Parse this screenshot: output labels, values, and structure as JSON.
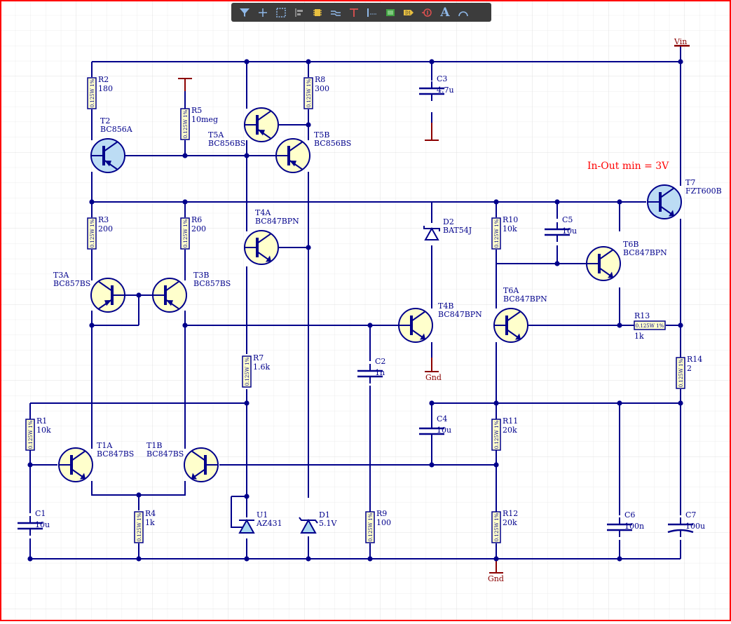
{
  "toolbar": {
    "tools": [
      {
        "icon": "filter-icon"
      },
      {
        "icon": "crosshair-icon"
      },
      {
        "icon": "select-rect-icon"
      },
      {
        "icon": "align-icon"
      },
      {
        "icon": "component-icon"
      },
      {
        "icon": "wire-icon"
      },
      {
        "icon": "power-port-icon"
      },
      {
        "icon": "bus-icon"
      },
      {
        "icon": "sheet-symbol-icon"
      },
      {
        "icon": "device-sheet-icon"
      },
      {
        "icon": "no-erc-icon"
      },
      {
        "icon": "text-icon",
        "label": "A"
      },
      {
        "icon": "arc-icon"
      }
    ]
  },
  "annotation": "In-Out min = 3V",
  "nets": {
    "vin": "Vin",
    "gnd1": "Gnd",
    "gnd2": "Gnd"
  },
  "resistor_rating": "0.125W 1%",
  "components": {
    "R1": {
      "ref": "R1",
      "value": "10k"
    },
    "R2": {
      "ref": "R2",
      "value": "180"
    },
    "R3": {
      "ref": "R3",
      "value": "200"
    },
    "R4": {
      "ref": "R4",
      "value": "1k"
    },
    "R5": {
      "ref": "R5",
      "value": "10meg",
      "rating": "0.125W 1%"
    },
    "R6": {
      "ref": "R6",
      "value": "200"
    },
    "R7": {
      "ref": "R7",
      "value": "1.6k"
    },
    "R8": {
      "ref": "R8",
      "value": "300"
    },
    "R9": {
      "ref": "R9",
      "value": "100"
    },
    "R10": {
      "ref": "R10",
      "value": "10k"
    },
    "R11": {
      "ref": "R11",
      "value": "20k"
    },
    "R12": {
      "ref": "R12",
      "value": "20k"
    },
    "R13": {
      "ref": "R13",
      "value": "1k"
    },
    "R14": {
      "ref": "R14",
      "value": "2"
    },
    "C1": {
      "ref": "C1",
      "value": "10u"
    },
    "C2": {
      "ref": "C2",
      "value": "1n"
    },
    "C3": {
      "ref": "C3",
      "value": "4.7u"
    },
    "C4": {
      "ref": "C4",
      "value": "10u"
    },
    "C5": {
      "ref": "C5",
      "value": "10u"
    },
    "C6": {
      "ref": "C6",
      "value": "100n"
    },
    "C7": {
      "ref": "C7",
      "value": "100u"
    },
    "T1A": {
      "ref": "T1A",
      "value": "BC847BS"
    },
    "T1B": {
      "ref": "T1B",
      "value": "BC847BS"
    },
    "T2": {
      "ref": "T2",
      "value": "BC856A"
    },
    "T3A": {
      "ref": "T3A",
      "value": "BC857BS"
    },
    "T3B": {
      "ref": "T3B",
      "value": "BC857BS"
    },
    "T4A": {
      "ref": "T4A",
      "value": "BC847BPN"
    },
    "T4B": {
      "ref": "T4B",
      "value": "BC847BPN"
    },
    "T5A": {
      "ref": "T5A",
      "value": "BC856BS"
    },
    "T5B": {
      "ref": "T5B",
      "value": "BC856BS"
    },
    "T6A": {
      "ref": "T6A",
      "value": "BC847BPN"
    },
    "T6B": {
      "ref": "T6B",
      "value": "BC847BPN"
    },
    "T7": {
      "ref": "T7",
      "value": "FZT600B"
    },
    "D1": {
      "ref": "D1",
      "value": "5.1V"
    },
    "D2": {
      "ref": "D2",
      "value": "BAT54J"
    },
    "U1": {
      "ref": "U1",
      "value": "AZ431"
    }
  },
  "colors": {
    "wire": "#00008b",
    "text": "#00008b",
    "power": "#8b0000",
    "annotation": "#ff0000",
    "transistor_fill": "#ffffcc",
    "transistor_highlight": "#bcdcf4",
    "resistor_fill": "#ffffcc",
    "sheet_border": "#ff0000",
    "grid": "#eaeaea",
    "toolbar_bg": "#3c3c3c"
  }
}
